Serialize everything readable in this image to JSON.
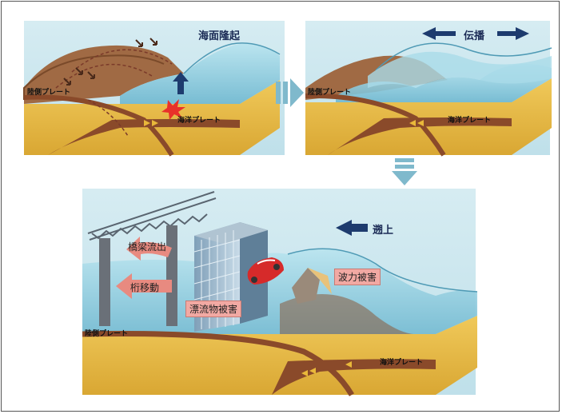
{
  "panel1": {
    "title": "海面隆起",
    "continental_plate": "陸側プレート",
    "oceanic_plate": "海洋プレート"
  },
  "panel2": {
    "title": "伝播",
    "continental_plate": "陸側プレート",
    "oceanic_plate": "海洋プレート"
  },
  "panel3": {
    "title": "遡上",
    "continental_plate": "陸側プレート",
    "oceanic_plate": "海洋プレート",
    "bridge_washout": "橋梁流出",
    "girder_displacement": "桁移動",
    "debris_damage": "漂流物被害",
    "wave_force_damage": "波力被害"
  },
  "colors": {
    "sea": "#9fd6e6",
    "sea_dark": "#6fb8d0",
    "crust": "#e0b74a",
    "plate": "#8a4a2a",
    "arrow": "#1d3b6e",
    "tag": "#f2a9a3"
  }
}
